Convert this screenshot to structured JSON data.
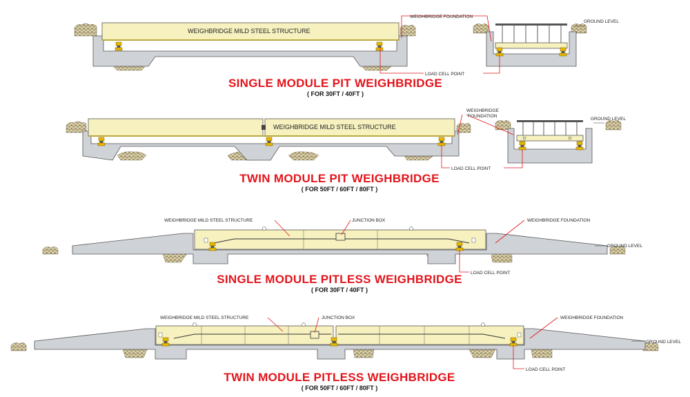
{
  "sections": [
    {
      "title": "SINGLE MODULE PIT WEIGHBRIDGE",
      "subtitle": "( FOR 30FT / 40FT )",
      "structure_label": "WEIGHBRIDGE MILD STEEL STRUCTURE",
      "foundation_label": "WEIGHBRIDGE FOUNDATION",
      "ground_label": "GROUND LEVEL",
      "load_cell_label": "LOAD CELL POINT"
    },
    {
      "title": "TWIN MODULE PIT WEIGHBRIDGE",
      "subtitle": "( FOR 50FT / 60FT / 80FT )",
      "structure_label": "WEIGHBRIDGE MILD STEEL STRUCTURE",
      "foundation_label_1": "WEIGHBRIDGE",
      "foundation_label_2": "FOUNDATION",
      "ground_label": "GROUND LEVEL",
      "load_cell_label": "LOAD CELL POINT"
    },
    {
      "title": "SINGLE MODULE PITLESS WEIGHBRIDGE",
      "subtitle": "( FOR 30FT / 40FT )",
      "structure_label": "WEIGHBRIDGE MILD STEEL STRUCTURE",
      "junction_label": "JUNCTION BOX",
      "foundation_label": "WEIGHBRIDGE FOUNDATION",
      "ground_label": "GROUND LEVEL",
      "load_cell_label": "LOAD CELL POINT"
    },
    {
      "title": "TWIN MODULE PITLESS WEIGHBRIDGE",
      "subtitle": "( FOR 50FT / 60FT / 80FT )",
      "structure_label": "WEIGHBRIDGE MILD STEEL STRUCTURE",
      "junction_label": "JUNCTION BOX",
      "foundation_label": "WEIGHBRIDGE FOUNDATION",
      "ground_label": "GROUND LEVEL",
      "load_cell_label": "LOAD CELL POINT"
    }
  ],
  "colors": {
    "title": "#e3141b",
    "leader": "#e3141b",
    "concrete": "#cfd2d6",
    "steel_deck": "#f6f1bf",
    "load_cell": "#e6b800"
  }
}
